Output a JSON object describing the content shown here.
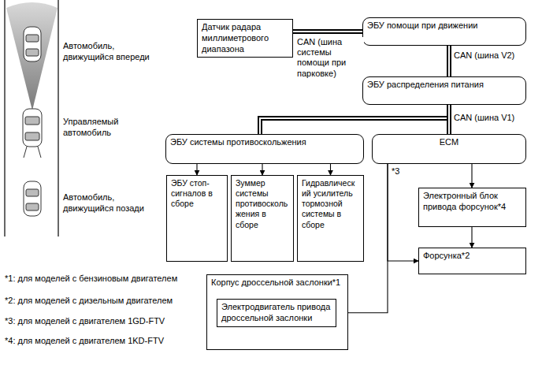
{
  "diagram": {
    "nodes": [
      {
        "text": [
          "Датчик радара миллиметрового диапазона"
        ]
      },
      {
        "text": [
          "ЭБУ помощи при движении"
        ]
      },
      {
        "text": [
          "ЭБУ распределения питания"
        ]
      },
      {
        "text": [
          "ЭБУ системы противоскольжения"
        ]
      },
      {
        "text": [
          "ECM"
        ]
      },
      {
        "text": [
          "ЭБУ стоп-сигналов в сборе"
        ]
      },
      {
        "text": [
          "Зуммер системы противоскольжения в сборе"
        ]
      },
      {
        "text": [
          "Гидравлический усилитель тормозной системы в сборе"
        ]
      },
      {
        "text": [
          "Электронный блок привода форсунок*4"
        ]
      },
      {
        "text": [
          "Форсунка*2"
        ]
      },
      {
        "text": [
          "Корпус дроссельной заслонки*1"
        ]
      },
      {
        "text": [
          "Электродвигатель привода дроссельной заслонки"
        ],
        "in": 10
      }
    ],
    "edges": [
      {
        "from": 0,
        "to": 1,
        "arrow": "none",
        "label": "CAN (шина системы помощи при парковке)"
      },
      {
        "from": 1,
        "to": 2,
        "arrow": "none",
        "label": "CAN (шина V2)"
      },
      {
        "from": 2,
        "to": 3,
        "arrow": "none"
      },
      {
        "from": 2,
        "to": 4,
        "arrow": "none",
        "label": "CAN (шина V1)"
      },
      {
        "from": 3,
        "to": 5,
        "arrow": "to"
      },
      {
        "from": 3,
        "to": 6,
        "arrow": "to"
      },
      {
        "from": 3,
        "to": 7,
        "arrow": "to"
      },
      {
        "from": 4,
        "to": 8,
        "arrow": "to"
      },
      {
        "from": 8,
        "to": 9,
        "arrow": "to"
      },
      {
        "from": 4,
        "to": 9,
        "arrow": "to"
      },
      {
        "from": 4,
        "to": 11,
        "arrow": "to"
      }
    ],
    "labels": [
      "Автомобиль, движущийся впереди",
      "Управляемый автомобиль",
      "Автомобиль, движущийся позади",
      "*3",
      "*1: для моделей с бензиновым двигателем",
      "*2: для моделей с дизельным двигателем",
      "*3: для моделей с двигателем 1GD-FTV",
      "*4: для моделей с двигателем 1KD-FTV"
    ]
  }
}
